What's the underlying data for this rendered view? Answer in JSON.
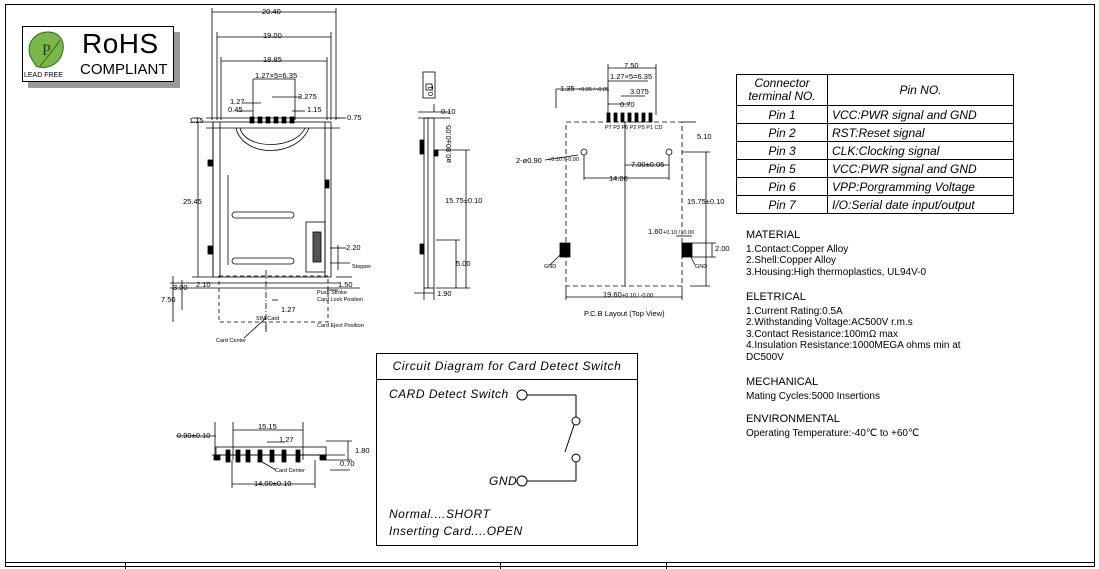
{
  "rohs": {
    "title": "RoHS",
    "subtitle": "COMPLIANT",
    "lead_free": "LEAD FREE",
    "logo_letter": "P"
  },
  "top_view": {
    "dim_20_40": "20.40",
    "dim_19_00": "19.00",
    "dim_18_85": "18.85",
    "dim_pitch": "1.27×5=6.35",
    "dim_1_27a": "1.27",
    "dim_3_275": "3.275",
    "dim_0_45": "0.45",
    "dim_1_15a": "1.15",
    "dim_1_15b": "1.15",
    "dim_0_75": "0.75",
    "dim_25_45": "25.45",
    "dim_2_20": "2.20",
    "dim_3_00": "3.00",
    "dim_2_10": "2.10",
    "dim_1_50": "1.50",
    "dim_7_50": "7.50",
    "dim_1_27b": "1.27",
    "stopper": "Stopper",
    "push_stroke": "Push Stroke",
    "card_lock": "Card Lock Position",
    "card_eject": "Card Eject Position",
    "sim_card": "SIM Card",
    "card_center": "Card Center"
  },
  "side_view": {
    "dim_0_10a": "0.1",
    "dim_0_10b": "0.10",
    "dim_0_80": "ø0.80±0.05",
    "dim_15_75": "15.75±0.10",
    "dim_5_00": "5.00",
    "dim_1_90": "1.90"
  },
  "pcb": {
    "dim_7_50": "7.50",
    "dim_pitch": "1.27×5=6.35",
    "dim_3_075": "3.075",
    "dim_0_70": "0.70",
    "dim_1_35": "1.35",
    "tol_1_35": "+0.05 / -0.05",
    "pin_labels": "P7 P3 P6 P2 P5 P1 CD",
    "dim_5_10": "5.10",
    "dim_holes": "2-ø0.90",
    "tol_holes": "+0.10 / -0.00",
    "dim_14_00": "14.00",
    "dim_7_00": "7.00±0.05",
    "dim_15_75": "15.75±0.10",
    "dim_1_60": "1.60",
    "tol_1_60": "+0.10 / -0.00",
    "dim_2_00": "2.00",
    "gnd_left": "GND",
    "gnd_right": "GND",
    "dim_19_60": "19.60",
    "tol_19_60": "+0.10 / -0.00",
    "caption": "P.C.B  Layout (Top View)"
  },
  "bottom_view": {
    "dim_0_90": "0.90±0.10",
    "dim_15_15": "15.15",
    "dim_1_27": "1.27",
    "dim_1_80": "1.80",
    "dim_0_70": "0.70",
    "card_center": "Card Center",
    "dim_14_00": "14.00±0.10"
  },
  "pin_table": {
    "header_terminal": "Connector terminal  NO.",
    "header_pin": "Pin  NO.",
    "rows": [
      {
        "terminal": "Pin  1",
        "desc": "VCC:PWR  signal  and  GND"
      },
      {
        "terminal": "Pin  2",
        "desc": "RST:Reset  signal"
      },
      {
        "terminal": "Pin  3",
        "desc": "CLK:Clocking  signal"
      },
      {
        "terminal": "Pin  5",
        "desc": "VCC:PWR  signal  and  GND"
      },
      {
        "terminal": "Pin  6",
        "desc": "VPP:Porgramming  Voltage"
      },
      {
        "terminal": "Pin  7",
        "desc": "I/O:Serial  date  input/output"
      }
    ]
  },
  "specs": {
    "material_heading": "MATERIAL",
    "material": [
      "1.Contact:Copper Alloy",
      "2.Shell:Copper Alloy",
      "3.Housing:High thermoplastics, UL94V-0"
    ],
    "electrical_heading": "ELETRICAL",
    "electrical": [
      "1.Current Rating:0.5A",
      "2.Withstanding Voltage:AC500V r.m.s",
      "3.Contact Resistance:100mΩ max",
      "4.Insulation Resistance:1000MEGA ohms min at",
      "DC500V"
    ],
    "mechanical_heading": "MECHANICAL",
    "mechanical": [
      "Mating Cycles:5000 Insertions"
    ],
    "environmental_heading": "ENVIRONMENTAL",
    "environmental": [
      "Operating Temperature:-40℃ to +60℃"
    ]
  },
  "circuit": {
    "title": "Circuit  Diagram  for  Card  Detect  Switch",
    "switch_label": "CARD  Detect  Switch",
    "gnd_label": "GND",
    "normal": "Normal....SHORT",
    "inserting": "Inserting  Card....OPEN"
  }
}
